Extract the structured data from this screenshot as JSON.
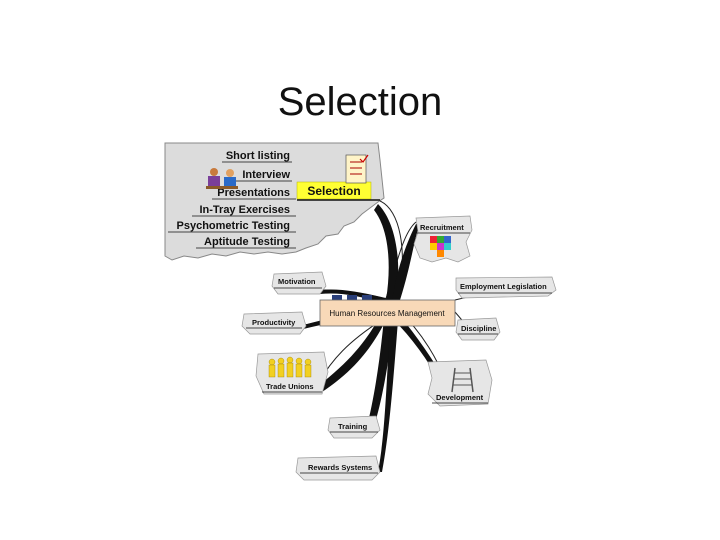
{
  "slide": {
    "title": "Selection"
  },
  "diagram": {
    "center": "Human Resources Management",
    "selection": {
      "label": "Selection",
      "items": [
        "Short listing",
        "Interview",
        "Presentations",
        "In-Tray Exercises",
        "Psychometric Testing",
        "Aptitude Testing"
      ]
    },
    "branches": {
      "recruitment": "Recruitment",
      "employment_legislation": "Employment Legislation",
      "discipline": "Discipline",
      "development": "Development",
      "motivation": "Motivation",
      "productivity": "Productivity",
      "trade_unions": "Trade Unions",
      "training": "Training",
      "rewards_systems": "Rewards Systems"
    },
    "colors": {
      "center_fill": "#f8d9b8",
      "selection_highlight": "#ffff33",
      "cloud_fill": "#dcdcdc"
    },
    "icons": [
      "list-scroll-icon",
      "interview-people-icon",
      "puzzle-icon",
      "ladder-icon",
      "crowd-icon"
    ]
  }
}
